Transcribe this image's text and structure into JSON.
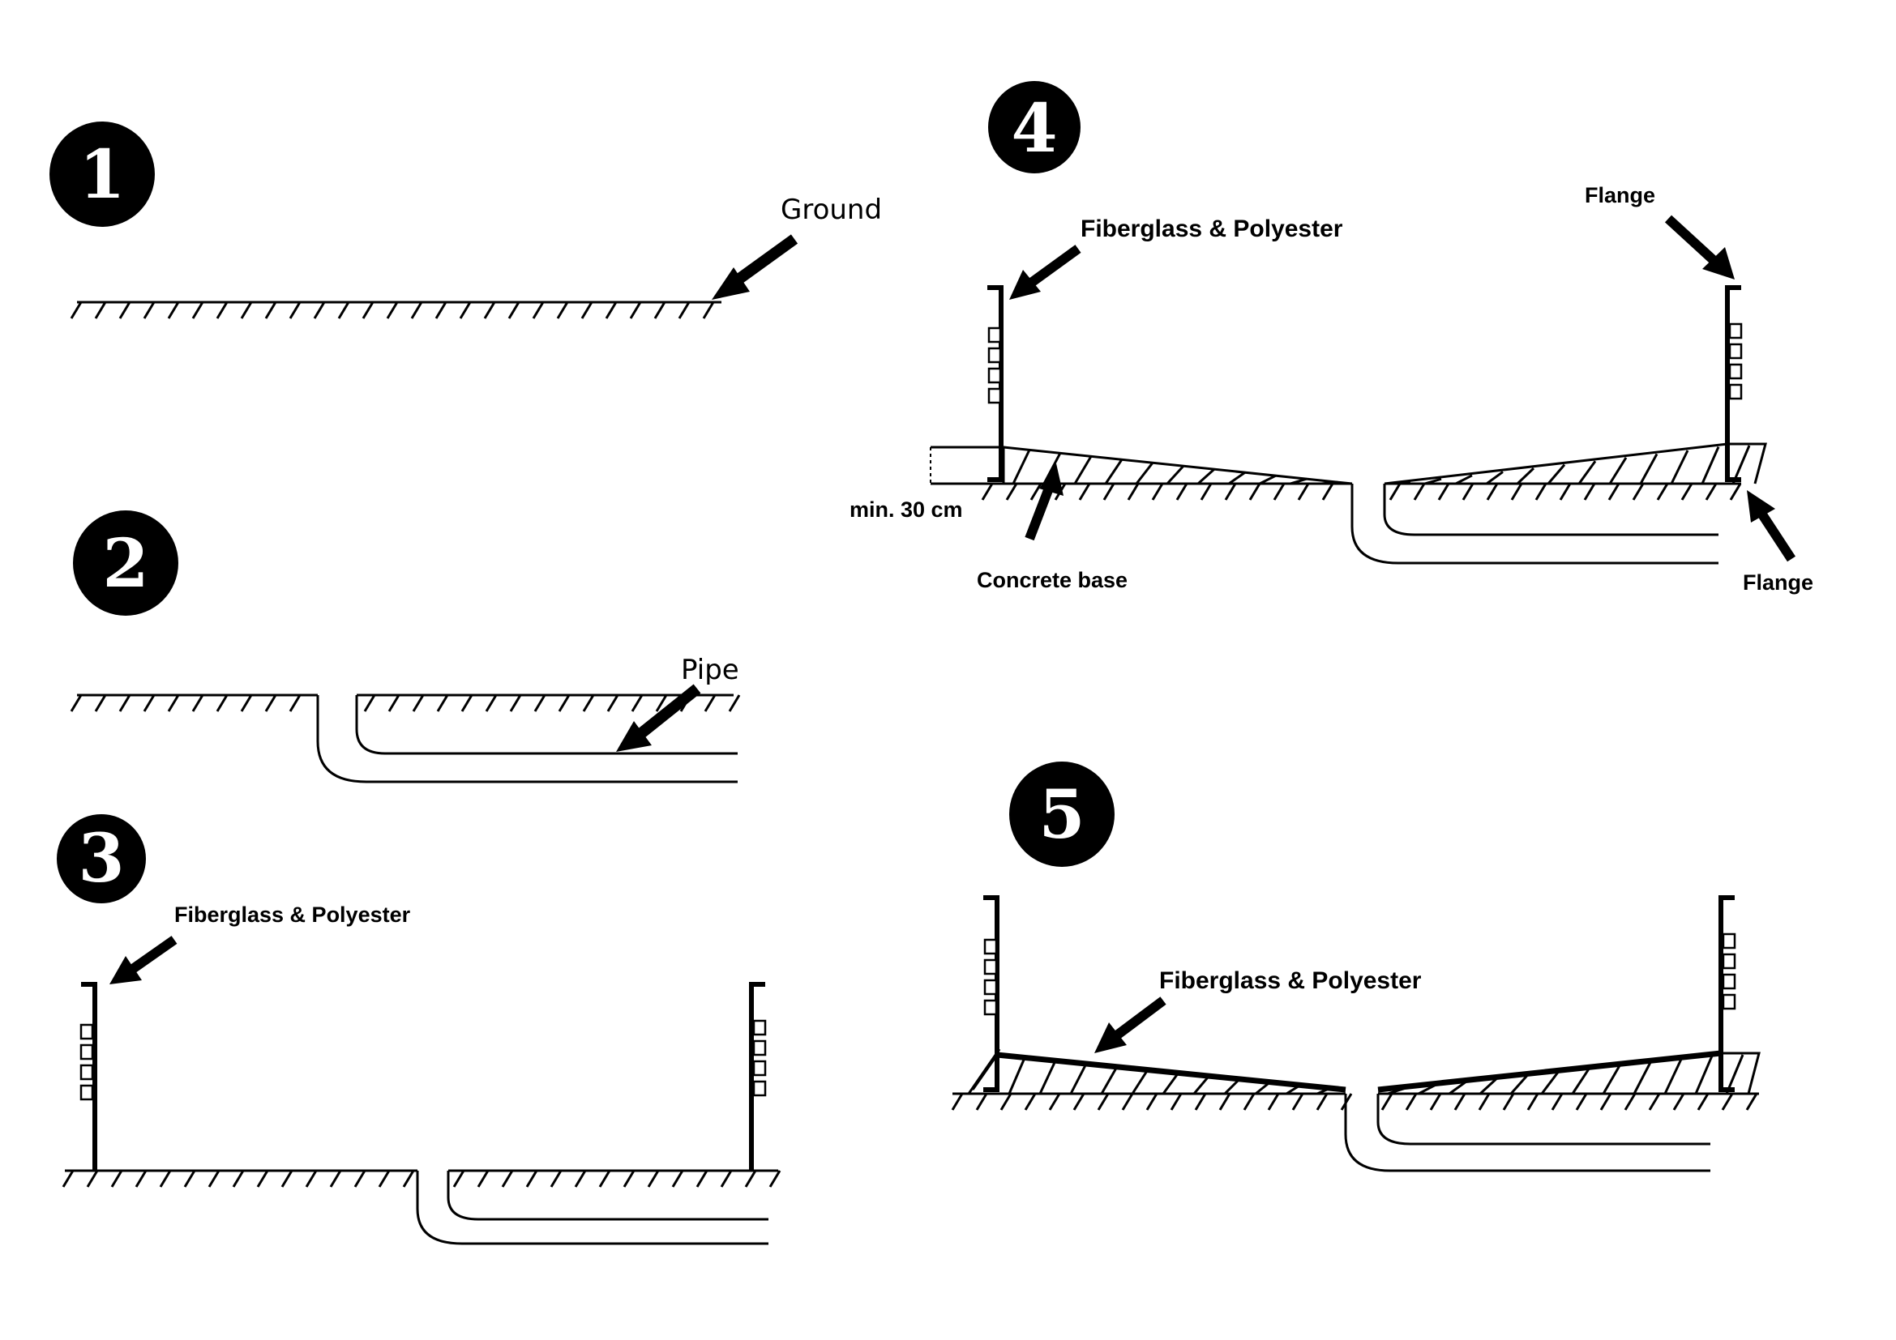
{
  "steps": [
    {
      "number": "1"
    },
    {
      "number": "2"
    },
    {
      "number": "3"
    },
    {
      "number": "4"
    },
    {
      "number": "5"
    }
  ],
  "labels": {
    "ground": "Ground",
    "pipe": "Pipe",
    "fiberglass_step3": "Fiberglass & Polyester",
    "fiberglass_step4": "Fiberglass & Polyester",
    "flange_top": "Flange",
    "flange_bottom": "Flange",
    "min_30cm": "min. 30 cm",
    "concrete_base": "Concrete base",
    "fiberglass_step5": "Fiberglass & Polyester"
  },
  "colors": {
    "ink": "#000000",
    "background": "#ffffff"
  }
}
